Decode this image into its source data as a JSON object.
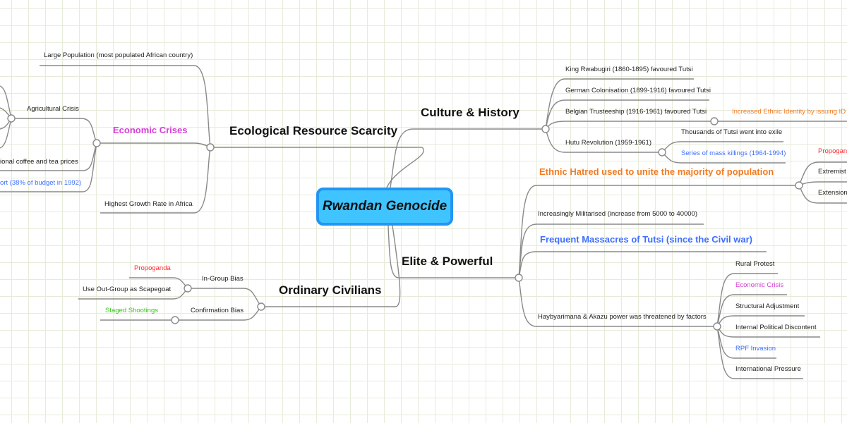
{
  "title": "Rwandan Genocide",
  "colors": {
    "central_fill": "#40c4ff",
    "central_border": "#2196f3",
    "connector": "#8a8a8a",
    "magenta": "#d63fd6",
    "orange": "#f47a1f",
    "blue": "#3d6fff",
    "red": "#ff2a2a",
    "green": "#38c21b"
  },
  "branches": {
    "ecological": {
      "label": "Ecological Resource Scarcity",
      "children": {
        "large_population": "Large Population (most populated African country)",
        "economic_crises": {
          "label": "Economic Crises",
          "children": {
            "agricultural_crisis": "Agricultural Crisis",
            "coffee_tea_prices": "ional coffee and tea prices",
            "budget_support": "ort (38% of budget in 1992)"
          }
        },
        "highest_growth": "Highest Growth Rate in Africa"
      }
    },
    "culture": {
      "label": "Culture & History",
      "children": {
        "king": "King Rwabugiri (1860-1895) favoured Tutsi",
        "german": "German Colonisation (1899-1916) favoured Tutsi",
        "belgian": {
          "label": "Belgian Trusteeship (1916-1961) favoured Tutsi",
          "children": {
            "id_cards": "Increased Ethnic Identity by issuing ID c"
          }
        },
        "hutu_revolution": {
          "label": "Hutu Revolution (1959-1961)",
          "children": {
            "exile": "Thousands of Tutsi went into exile",
            "mass_killings": "Series of mass killings (1964-1994)"
          }
        }
      }
    },
    "elite": {
      "label": "Elite & Powerful",
      "children": {
        "ethnic_hatred": {
          "label": "Ethnic Hatred used to unite the majority of population",
          "children": {
            "propaganda": "Propogand",
            "extremist": "Extremist",
            "extension": "Extension"
          }
        },
        "militarised": "Increasingly Militarised (increase from 5000 to 40000)",
        "massacres": "Frequent Massacres of Tutsi (since the Civil war)",
        "threatened": {
          "label": "Haybyarimana & Akazu power was threatened by factors",
          "children": {
            "rural_protest": "Rural Protest",
            "economic_crisis": "Economic Crisis",
            "structural_adjustment": "Structural Adjustment",
            "internal_discontent": "Internal Political Discontent",
            "rpf_invasion": "RPF Invasion",
            "intl_pressure": "International Pressure"
          }
        }
      }
    },
    "civilians": {
      "label": "Ordinary Civilians",
      "children": {
        "in_group": {
          "label": "In-Group Bias",
          "children": {
            "propaganda": "Propoganda",
            "scapegoat": "Use Out-Group as Scapegoat"
          }
        },
        "confirmation": {
          "label": "Confirmation Bias",
          "children": {
            "staged": "Staged Shootings"
          }
        }
      }
    }
  }
}
